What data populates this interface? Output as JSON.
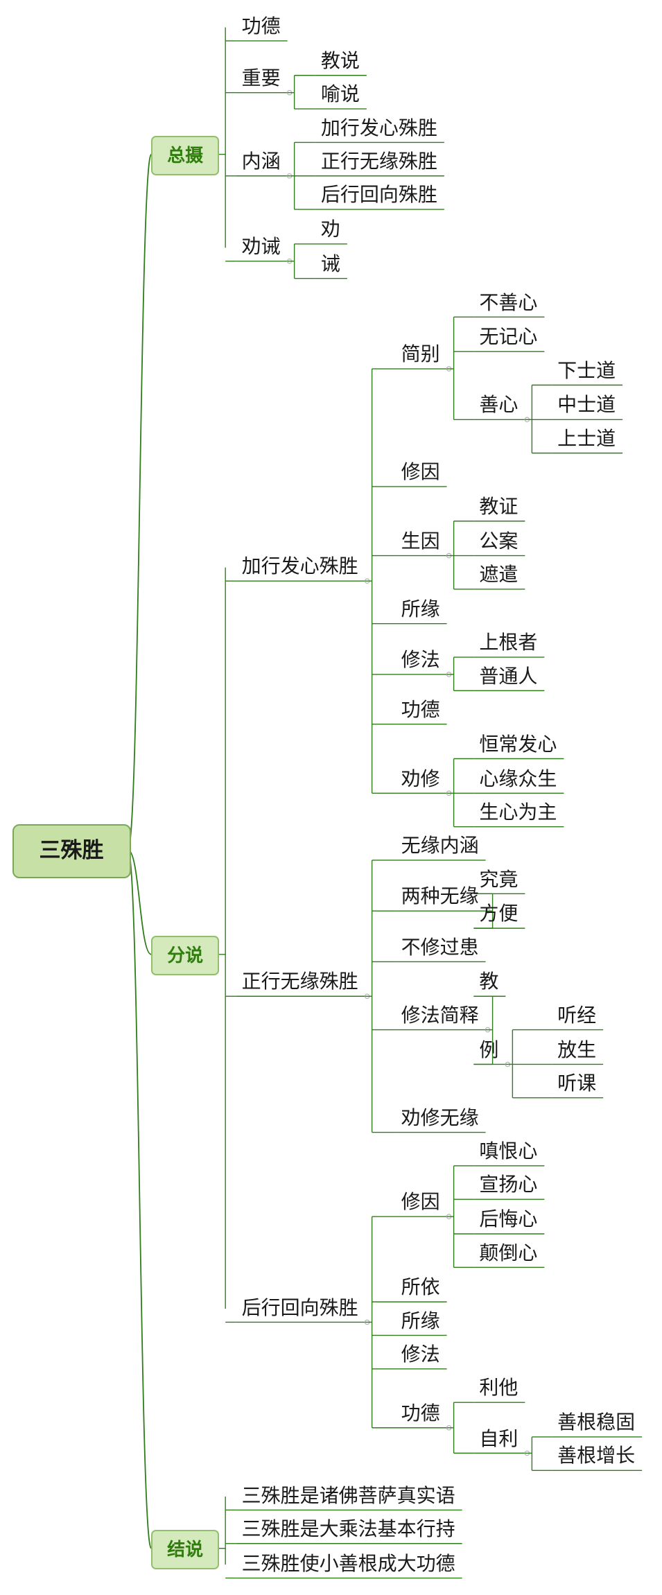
{
  "mindmap": {
    "text": "三殊胜",
    "children": [
      {
        "text": "总摄",
        "children": [
          {
            "text": "功德"
          },
          {
            "text": "重要",
            "children": [
              {
                "text": "教说"
              },
              {
                "text": "喻说"
              }
            ]
          },
          {
            "text": "内涵",
            "children": [
              {
                "text": "加行发心殊胜"
              },
              {
                "text": "正行无缘殊胜"
              },
              {
                "text": "后行回向殊胜"
              }
            ]
          },
          {
            "text": "劝诫",
            "children": [
              {
                "text": "劝"
              },
              {
                "text": "诫"
              }
            ]
          }
        ]
      },
      {
        "text": "分说",
        "children": [
          {
            "text": "加行发心殊胜",
            "children": [
              {
                "text": "简别",
                "children": [
                  {
                    "text": "不善心"
                  },
                  {
                    "text": "无记心"
                  },
                  {
                    "text": "善心",
                    "children": [
                      {
                        "text": "下士道"
                      },
                      {
                        "text": "中士道"
                      },
                      {
                        "text": "上士道"
                      }
                    ]
                  }
                ]
              },
              {
                "text": "修因"
              },
              {
                "text": "生因",
                "children": [
                  {
                    "text": "教证"
                  },
                  {
                    "text": "公案"
                  },
                  {
                    "text": "遮遣"
                  }
                ]
              },
              {
                "text": "所缘"
              },
              {
                "text": "修法",
                "children": [
                  {
                    "text": "上根者"
                  },
                  {
                    "text": "普通人"
                  }
                ]
              },
              {
                "text": "功德"
              },
              {
                "text": "劝修",
                "children": [
                  {
                    "text": "恒常发心"
                  },
                  {
                    "text": "心缘众生"
                  },
                  {
                    "text": "生心为主"
                  }
                ]
              }
            ]
          },
          {
            "text": "正行无缘殊胜",
            "children": [
              {
                "text": "无缘内涵"
              },
              {
                "text": "两种无缘",
                "children": [
                  {
                    "text": "究竟"
                  },
                  {
                    "text": "方便"
                  }
                ]
              },
              {
                "text": "不修过患"
              },
              {
                "text": "修法简释",
                "children": [
                  {
                    "text": "教"
                  },
                  {
                    "text": "例",
                    "children": [
                      {
                        "text": "听经"
                      },
                      {
                        "text": "放生"
                      },
                      {
                        "text": "听课"
                      }
                    ]
                  }
                ]
              },
              {
                "text": "劝修无缘"
              }
            ]
          },
          {
            "text": "后行回向殊胜",
            "children": [
              {
                "text": "修因",
                "children": [
                  {
                    "text": "嗔恨心"
                  },
                  {
                    "text": "宣扬心"
                  },
                  {
                    "text": "后悔心"
                  },
                  {
                    "text": "颠倒心"
                  }
                ]
              },
              {
                "text": "所依"
              },
              {
                "text": "所缘"
              },
              {
                "text": "修法"
              },
              {
                "text": "功德",
                "children": [
                  {
                    "text": "利他"
                  },
                  {
                    "text": "自利",
                    "children": [
                      {
                        "text": "善根稳固"
                      },
                      {
                        "text": "善根增长"
                      }
                    ]
                  }
                ]
              }
            ]
          }
        ]
      },
      {
        "text": "结说",
        "children": [
          {
            "text": "三殊胜是诸佛菩萨真实语"
          },
          {
            "text": "三殊胜是大乘法基本行持"
          },
          {
            "text": "三殊胜使小善根成大功德"
          }
        ]
      }
    ]
  },
  "colors": {
    "line": "#2e7d1a",
    "root_fill": "#c6e0a6",
    "section_fill": "#d5eabc",
    "section_text": "#2f7d0c",
    "collapse_mark": "#b5b5b5"
  }
}
